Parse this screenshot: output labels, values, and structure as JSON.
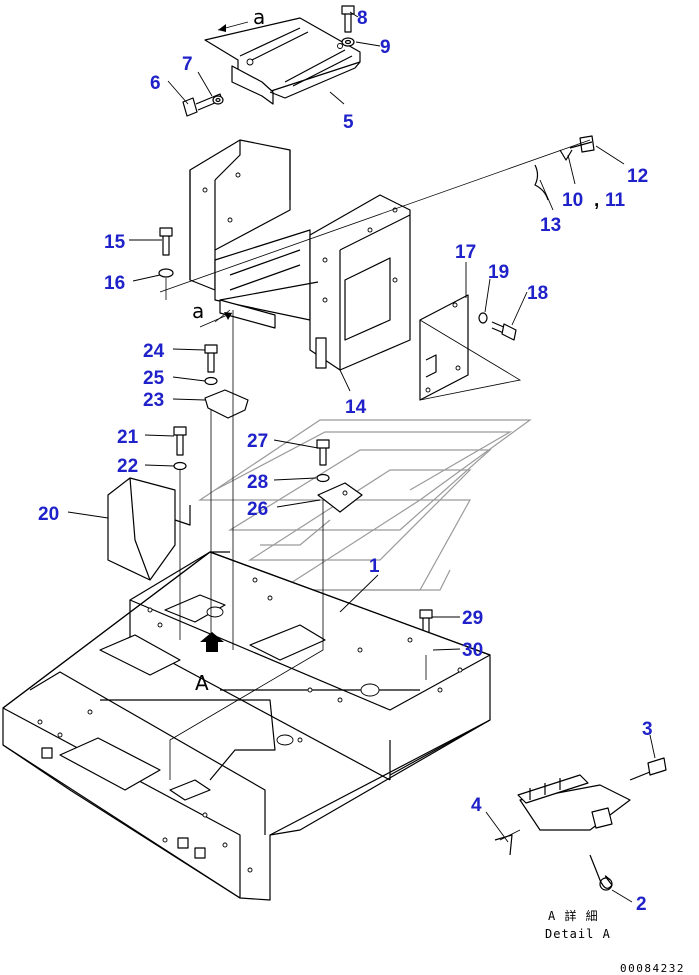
{
  "callouts": [
    "1",
    "2",
    "3",
    "4",
    "5",
    "6",
    "7",
    "8",
    "9",
    "10",
    "11",
    "12",
    "13",
    "14",
    "15",
    "16",
    "17",
    "18",
    "19",
    "20",
    "21",
    "22",
    "23",
    "24",
    "25",
    "26",
    "27",
    "28",
    "29",
    "30"
  ],
  "separator": ",",
  "view_labels": {
    "a_upper": "a",
    "a_lower": "a",
    "A": "A"
  },
  "detail_caption": {
    "line1": "A 詳 細",
    "line2": "Detail A"
  },
  "drawing_code": "00084232",
  "colors": {
    "callout": "#1f22c8",
    "line": "#000000",
    "watermark": "#9a9a9a"
  }
}
